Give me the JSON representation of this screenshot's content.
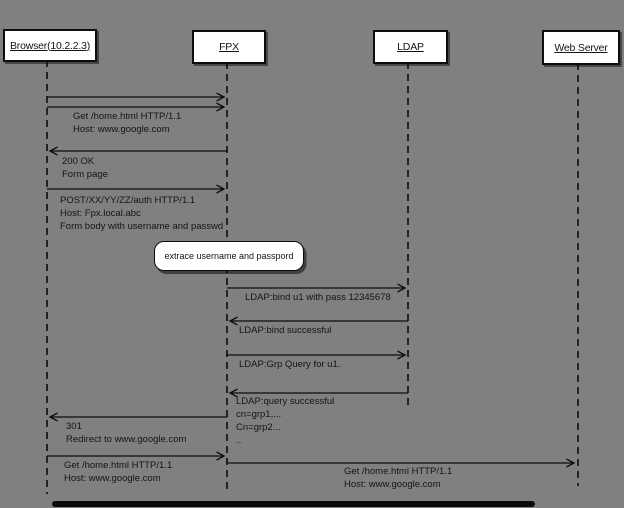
{
  "diagram": {
    "title": "Login redirect sequence diagram",
    "background_color": "#808080",
    "box_fill": "#ffffff",
    "line_color": "#141414"
  },
  "actors": [
    {
      "id": "browser",
      "label": "Browser(10.2.2.3)"
    },
    {
      "id": "fpx",
      "label": "FPX"
    },
    {
      "id": "ldap",
      "label": "LDAP"
    },
    {
      "id": "webserver",
      "label": "Web Server"
    }
  ],
  "note": {
    "text": "extrace username and passpord"
  },
  "messages": [
    {
      "from": "browser",
      "to": "fpx",
      "direction": "right",
      "lines": [
        "Get /home.html HTTP/1.1",
        "Host: www.google.com"
      ]
    },
    {
      "from": "fpx",
      "to": "browser",
      "direction": "left",
      "lines": [
        "200 OK",
        "Form page"
      ]
    },
    {
      "from": "browser",
      "to": "fpx",
      "direction": "right",
      "lines": [
        "POST/XX/YY/ZZ/auth HTTP/1.1",
        "Host: Fpx.local.abc",
        "Form body with username and passwd"
      ]
    },
    {
      "from": "fpx",
      "to": "ldap",
      "direction": "right",
      "lines": [
        "LDAP:bind u1 with pass 12345678"
      ]
    },
    {
      "from": "ldap",
      "to": "fpx",
      "direction": "left",
      "lines": [
        "LDAP:bind successful"
      ]
    },
    {
      "from": "fpx",
      "to": "ldap",
      "direction": "right",
      "lines": [
        "LDAP:Grp Query for u1."
      ]
    },
    {
      "from": "ldap",
      "to": "fpx",
      "direction": "left",
      "lines": [
        "LDAP:query successful",
        "cn=grp1,...",
        "Cn=grp2...",
        ".."
      ]
    },
    {
      "from": "fpx",
      "to": "browser",
      "direction": "left",
      "lines": [
        "301",
        "Redirect to www.google.com"
      ]
    },
    {
      "from": "browser",
      "to": "fpx",
      "direction": "right",
      "lines": [
        "Get /home.html HTTP/1.1",
        "Host: www.google.com"
      ]
    },
    {
      "from": "fpx",
      "to": "webserver",
      "direction": "right",
      "lines": [
        "Get /home.html HTTP/1.1",
        "Host: www.google.com"
      ]
    }
  ]
}
